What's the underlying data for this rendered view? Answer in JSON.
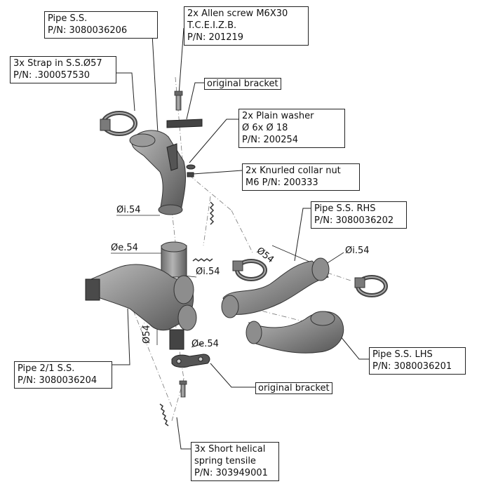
{
  "callouts": {
    "pipe_ss": {
      "lines": [
        "Pipe S.S.",
        "P/N: 3080036206"
      ]
    },
    "allen_screw": {
      "lines": [
        "2x Allen screw M6X30",
        "T.C.E.I.Z.B.",
        "P/N: 201219"
      ]
    },
    "strap": {
      "lines": [
        "3x Strap in S.S.Ø57",
        "P/N: .300057530"
      ]
    },
    "original_bracket_top": {
      "lines": [
        "original bracket"
      ]
    },
    "plain_washer": {
      "lines": [
        "2x Plain washer",
        "Ø 6x Ø 18",
        "P/N: 200254"
      ]
    },
    "knurled_nut": {
      "lines": [
        "2x Knurled collar nut",
        "M6 P/N: 200333"
      ]
    },
    "pipe_rhs": {
      "lines": [
        "Pipe S.S. RHS",
        "P/N: 3080036202"
      ]
    },
    "pipe_lhs": {
      "lines": [
        "Pipe S.S. LHS",
        "P/N: 3080036201"
      ]
    },
    "pipe_21": {
      "lines": [
        "Pipe 2/1 S.S.",
        "P/N: 3080036204"
      ]
    },
    "original_bracket_bottom": {
      "lines": [
        "original bracket"
      ]
    },
    "spring": {
      "lines": [
        "3x Short helical",
        "spring tensile",
        "P/N: 303949001"
      ]
    }
  },
  "dimensions": {
    "di54_top": "Øi.54",
    "de54_mid": "Øe.54",
    "di54_mid": "Øi.54",
    "d54_rhs": "Ø54",
    "di54_right": "Øi.54",
    "d54_vertical": "Ø54",
    "de54_bottom": "Øe.54"
  },
  "colors": {
    "part_fill": "#8a8a8a",
    "part_dark": "#555555",
    "part_light": "#bdbdbd",
    "line": "#222222"
  }
}
